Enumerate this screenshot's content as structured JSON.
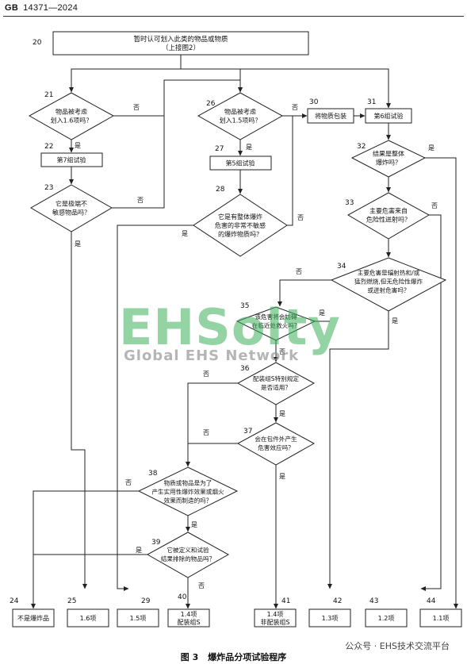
{
  "header": {
    "prefix": "GB",
    "number": "14371—2024"
  },
  "nodes": {
    "n20": {
      "num": "20",
      "lines": [
        "暂时认可划入此类的物品或物质",
        "（上接图2）"
      ]
    },
    "n21": {
      "num": "21",
      "lines": [
        "物品被考虑",
        "划入1.6项吗？"
      ]
    },
    "n22": {
      "num": "22",
      "lines": [
        "第7组试验"
      ]
    },
    "n23": {
      "num": "23",
      "lines": [
        "它是极端不",
        "敏感物品吗？"
      ]
    },
    "n26": {
      "num": "26",
      "lines": [
        "物品被考虑",
        "划入1.5项吗？"
      ]
    },
    "n27": {
      "num": "27",
      "lines": [
        "第5组试验"
      ]
    },
    "n28": {
      "num": "28",
      "lines": [
        "它是有整体爆炸",
        "危害的非常不敏感",
        "的爆炸物质吗？"
      ]
    },
    "n30": {
      "num": "30",
      "lines": [
        "将物质包装"
      ]
    },
    "n31": {
      "num": "31",
      "lines": [
        "第6组试验"
      ]
    },
    "n32": {
      "num": "32",
      "lines": [
        "结果是整体",
        "爆炸吗？"
      ]
    },
    "n33": {
      "num": "33",
      "lines": [
        "主要危害来自",
        "危险性迸射吗？"
      ]
    },
    "n34": {
      "num": "34",
      "lines": [
        "主要危害是辐射热和/或",
        "猛烈燃烧,但无危险性爆炸",
        "或迸射危害吗？"
      ]
    },
    "n35": {
      "num": "35",
      "lines": [
        "该危害将会妨碍",
        "在临近处救火吗？"
      ]
    },
    "n36": {
      "num": "36",
      "lines": [
        "配装组S特别规定",
        "是否适用？"
      ]
    },
    "n37": {
      "num": "37",
      "lines": [
        "会在包件外产生",
        "危害效应吗？"
      ]
    },
    "n38": {
      "num": "38",
      "lines": [
        "物质或物品是为了",
        "产生实用性爆炸效果或烟火",
        "效果而制造的吗？"
      ]
    },
    "n39": {
      "num": "39",
      "lines": [
        "它被定义和试验",
        "结果排除的物品吗？"
      ]
    },
    "n24": {
      "num": "24",
      "lines": [
        "不是爆炸品"
      ]
    },
    "n25": {
      "num": "25",
      "lines": [
        "1.6项"
      ]
    },
    "n29": {
      "num": "29",
      "lines": [
        "1.5项"
      ]
    },
    "n40": {
      "num": "40",
      "lines": [
        "1.4项",
        "配装组S"
      ]
    },
    "n41": {
      "num": "41",
      "lines": [
        "1.4项",
        "非配装组S"
      ]
    },
    "n42": {
      "num": "42",
      "lines": [
        "1.3项"
      ]
    },
    "n43": {
      "num": "43",
      "lines": [
        "1.2项"
      ]
    },
    "n44": {
      "num": "44",
      "lines": [
        "1.1项"
      ]
    }
  },
  "answers": {
    "yes": "是",
    "no": "否"
  },
  "watermark": {
    "brand": "EHSolty",
    "subtitle": "Global EHS Network",
    "footer": "公众号 · EHS技术交流平台"
  },
  "caption": {
    "figure": "图 3",
    "title": "爆炸品分项试验程序"
  }
}
